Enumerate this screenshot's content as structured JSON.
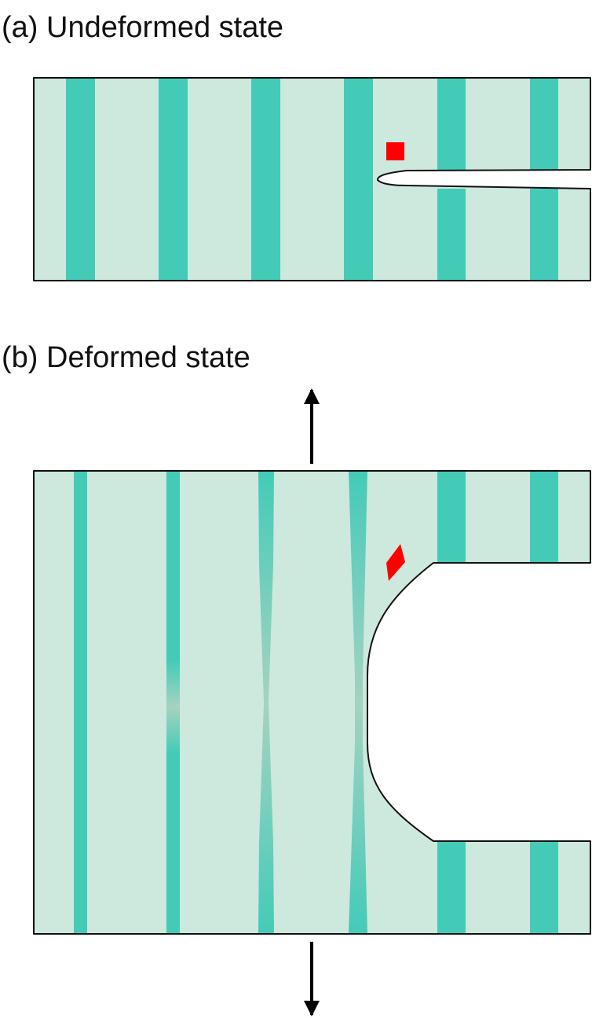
{
  "panels": {
    "undeformed": {
      "label": "(a) Undeformed state"
    },
    "deformed": {
      "label": "(b) Deformed state"
    }
  },
  "colors": {
    "matrix": "#cde8dd",
    "fiber": "#43cbb8",
    "fiber_strained": "#a5d3c0",
    "marker": "#ff0000",
    "outline": "#111111",
    "arrow": "#000000",
    "background": "#ffffff"
  },
  "icons": {
    "load_arrows": "arrow-up-icon, arrow-down-icon",
    "material_marker": "red-square-marker"
  }
}
